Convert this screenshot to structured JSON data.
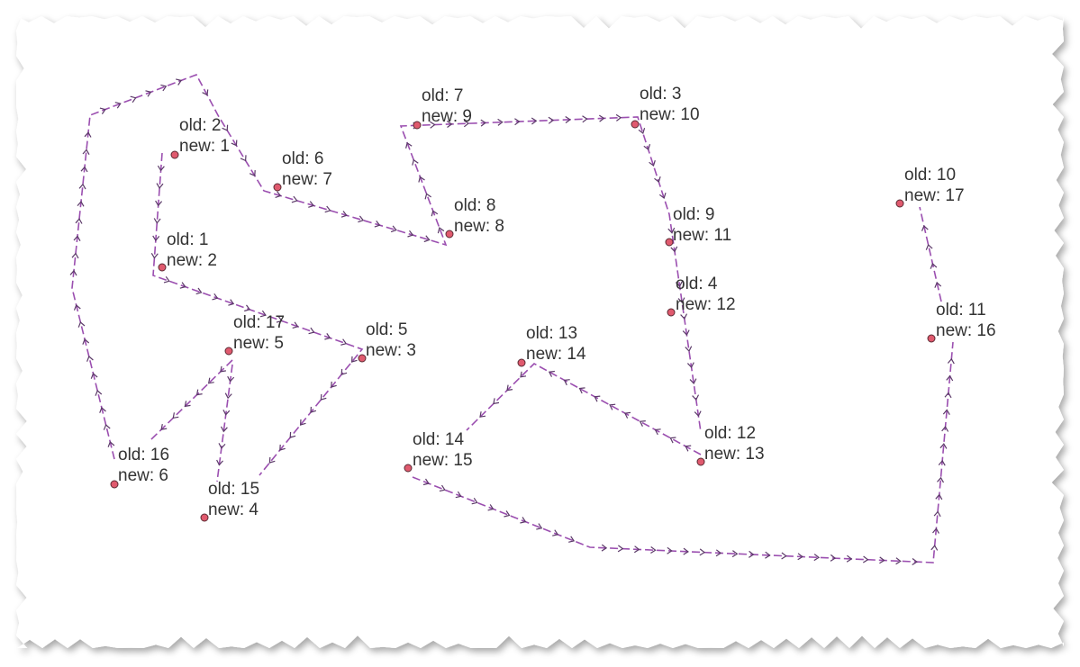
{
  "paper_edge": "torn-paper",
  "colors": {
    "route": "#9b4fb0",
    "arrow": "#5b3a68",
    "point": "#e05a6e",
    "label": "#333333",
    "paper": "#ffffff"
  },
  "points": [
    {
      "id": "p1",
      "old": "old: 1",
      "new": "new: 2"
    },
    {
      "id": "p2",
      "old": "old: 2",
      "new": "new: 1"
    },
    {
      "id": "p3",
      "old": "old: 3",
      "new": "new: 10"
    },
    {
      "id": "p4",
      "old": "old: 4",
      "new": "new: 12"
    },
    {
      "id": "p5",
      "old": "old: 5",
      "new": "new: 3"
    },
    {
      "id": "p6",
      "old": "old: 6",
      "new": "new: 7"
    },
    {
      "id": "p7",
      "old": "old: 7",
      "new": "new: 9"
    },
    {
      "id": "p8",
      "old": "old: 8",
      "new": "new: 8"
    },
    {
      "id": "p9",
      "old": "old: 9",
      "new": "new: 11"
    },
    {
      "id": "p10",
      "old": "old: 10",
      "new": "new: 17"
    },
    {
      "id": "p11",
      "old": "old: 11",
      "new": "new: 16"
    },
    {
      "id": "p12",
      "old": "old: 12",
      "new": "new: 13"
    },
    {
      "id": "p13",
      "old": "old: 13",
      "new": "new: 14"
    },
    {
      "id": "p14",
      "old": "old: 14",
      "new": "new: 15"
    },
    {
      "id": "p15",
      "old": "old: 15",
      "new": "new: 4"
    },
    {
      "id": "p16",
      "old": "old: 16",
      "new": "new: 6"
    },
    {
      "id": "p17",
      "old": "old: 17",
      "new": "new: 5"
    }
  ]
}
